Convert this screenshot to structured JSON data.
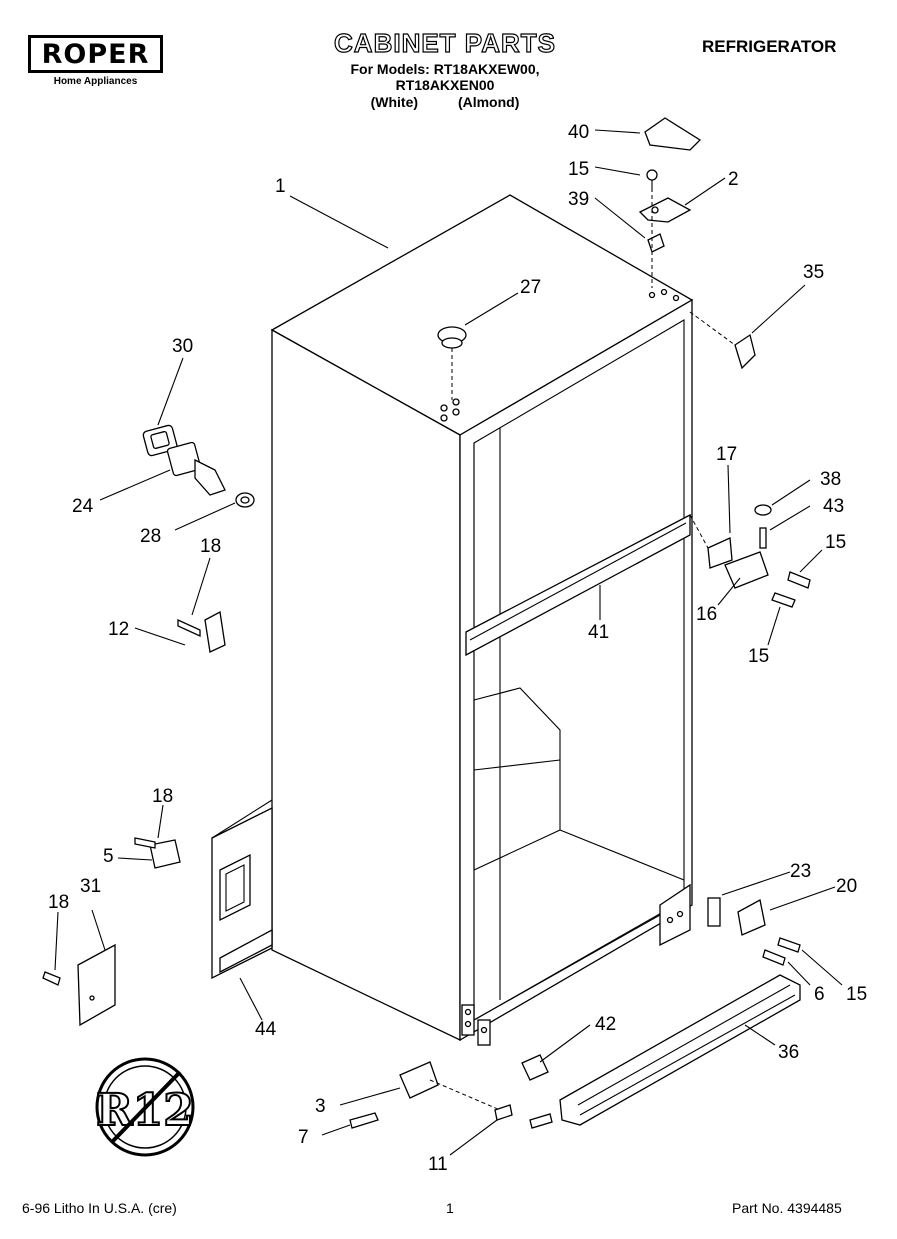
{
  "header": {
    "brand": "ROPER",
    "brand_sub": "Home Appliances",
    "title": "CABINET PARTS",
    "models_line": "For Models: RT18AKXEW00, RT18AKXEN00",
    "variant_white": "(White)",
    "variant_almond": "(Almond)",
    "category": "REFRIGERATOR"
  },
  "footer": {
    "left": "6-96 Litho In U.S.A. (cre)",
    "page": "1",
    "part_no": "Part No. 4394485"
  },
  "badge": {
    "text": "R12"
  },
  "labels": {
    "l1": "1",
    "l40": "40",
    "l15a": "15",
    "l2": "2",
    "l39": "39",
    "l35": "35",
    "l27": "27",
    "l30": "30",
    "l24": "24",
    "l28": "28",
    "l18a": "18",
    "l12": "12",
    "l17": "17",
    "l38": "38",
    "l43": "43",
    "l15b": "15",
    "l16": "16",
    "l15c": "15",
    "l41": "41",
    "l18b": "18",
    "l5": "5",
    "l18c": "18",
    "l31": "31",
    "l44": "44",
    "l23": "23",
    "l20": "20",
    "l6": "6",
    "l15d": "15",
    "l42": "42",
    "l36": "36",
    "l3": "3",
    "l7": "7",
    "l11": "11"
  }
}
